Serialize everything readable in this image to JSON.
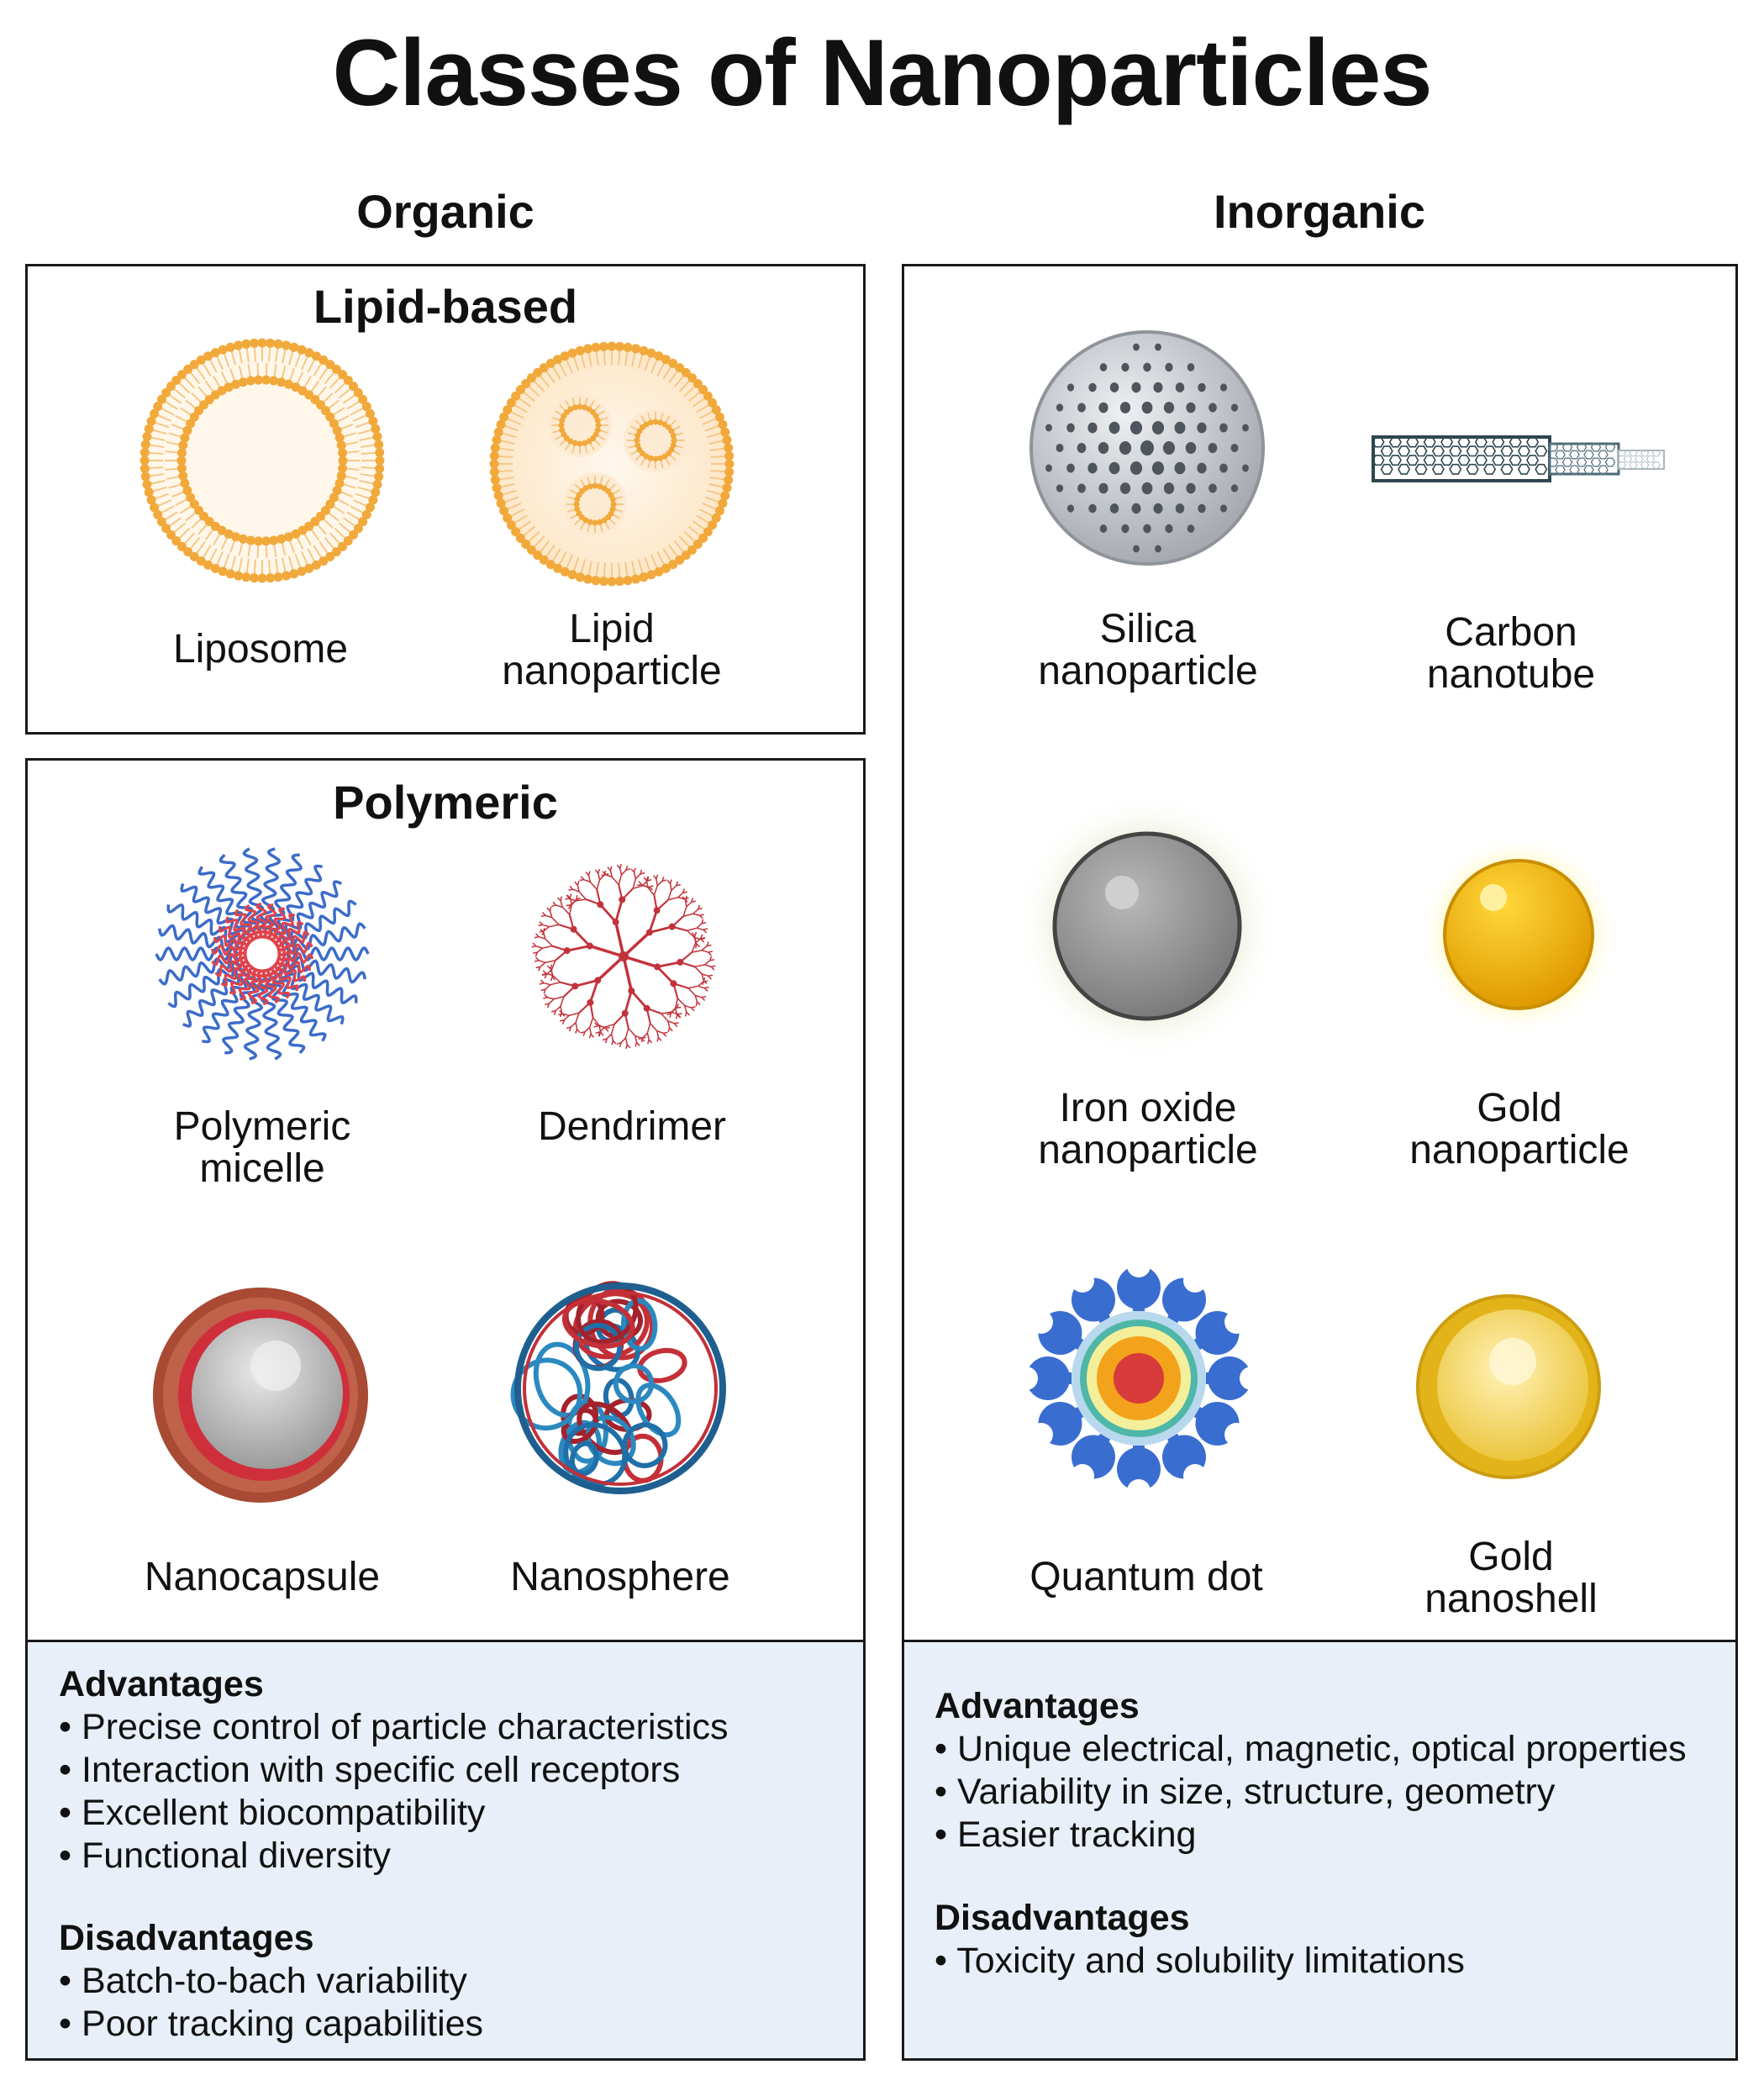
{
  "title": "Classes of Nanoparticles",
  "organic": {
    "heading": "Organic",
    "lipid": {
      "heading": "Lipid-based",
      "items": [
        "Liposome",
        "Lipid\nnanoparticle"
      ]
    },
    "polymeric": {
      "heading": "Polymeric",
      "items": [
        "Polymeric\nmicelle",
        "Dendrimer",
        "Nanocapsule",
        "Nanosphere"
      ]
    },
    "advantages": {
      "heading": "Advantages",
      "items": [
        "Precise control of particle characteristics",
        "Interaction with specific  cell receptors",
        "Excellent biocompatibility",
        "Functional diversity"
      ]
    },
    "disadvantages": {
      "heading": "Disadvantages",
      "items": [
        "Batch-to-bach variability",
        "Poor tracking capabilities"
      ]
    }
  },
  "inorganic": {
    "heading": "Inorganic",
    "items": [
      "Silica\nnanoparticle",
      "Carbon\nnanotube",
      "Iron oxide\nnanoparticle",
      "Gold\nnanoparticle",
      "Quantum dot",
      "Gold\nnanoshell"
    ],
    "advantages": {
      "heading": "Advantages",
      "items": [
        "Unique electrical, magnetic, optical properties",
        "Variability in size, structure, geometry",
        "Easier tracking"
      ]
    },
    "disadvantages": {
      "heading": "Disadvantages",
      "items": [
        "Toxicity and solubility limitations"
      ]
    }
  },
  "colors": {
    "lipid_orange": "#f2a93b",
    "micelle_blue": "#3b6cc9",
    "micelle_red": "#e0424a",
    "dendrimer_red": "#c2323a",
    "panel_blue": "#e8eff8",
    "gold": "#f2bd1c",
    "silica_grey": "#c9ccd1"
  },
  "icons": [
    "liposome-icon",
    "lipid-nanoparticle-icon",
    "polymeric-micelle-icon",
    "dendrimer-icon",
    "nanocapsule-icon",
    "nanosphere-icon",
    "silica-nanoparticle-icon",
    "carbon-nanotube-icon",
    "iron-oxide-nanoparticle-icon",
    "gold-nanoparticle-icon",
    "quantum-dot-icon",
    "gold-nanoshell-icon"
  ]
}
